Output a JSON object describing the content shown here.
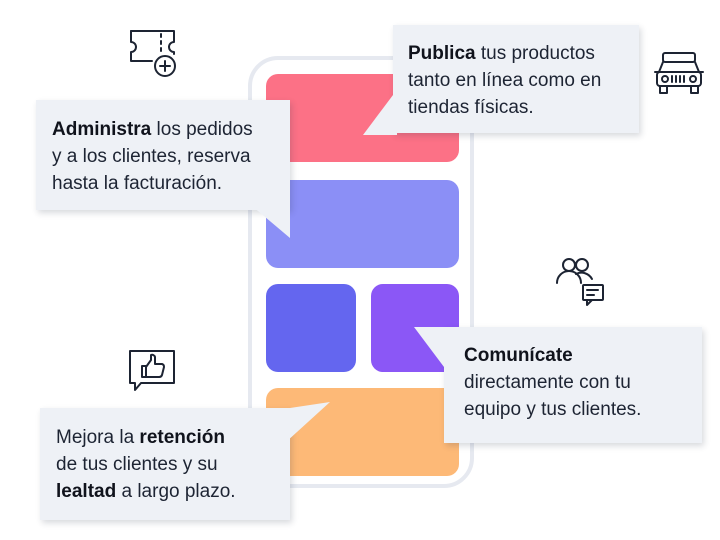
{
  "callouts": {
    "publica": {
      "bold": "Publica",
      "line1_rest": " tus productos",
      "line2": "tanto en línea como en",
      "line3": "tiendas físicas."
    },
    "administra": {
      "bold": "Administra",
      "line1_rest": " los pedidos",
      "line2": "y a los clientes, reserva",
      "line3": "hasta la facturación."
    },
    "comunicate": {
      "bold": "Comunícate",
      "line2": "directamente con tu",
      "line3": "equipo y tus clientes."
    },
    "mejora": {
      "line1_pre": "Mejora la ",
      "bold1": "retención",
      "line2": "de tus clientes y su",
      "bold2": "lealtad",
      "line3_rest": " a largo plazo."
    }
  },
  "icons": {
    "ticket": "ticket-add-icon",
    "vehicle": "vehicle-icon",
    "users_chat": "users-chat-icon",
    "thumbs_up": "thumbs-up-icon"
  },
  "colors": {
    "block_red": "#fc7186",
    "block_blue": "#8b8ff6",
    "block_indigo": "#6466ef",
    "block_purple": "#8b57f6",
    "block_orange": "#fdb977",
    "callout_bg": "#eef1f6",
    "phone_border": "#e6e9f0",
    "text": "#1d2433"
  }
}
